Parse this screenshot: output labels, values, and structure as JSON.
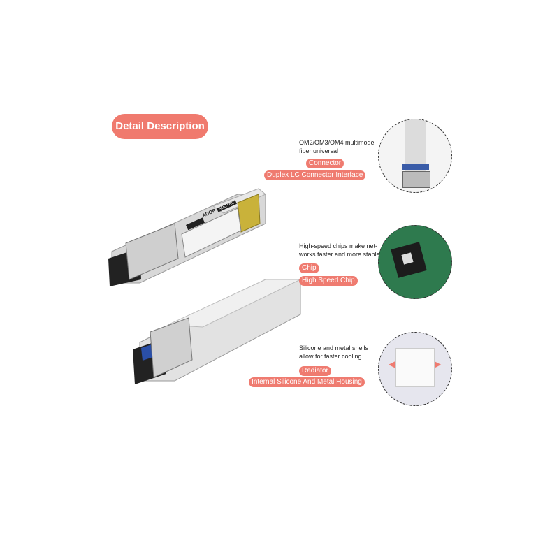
{
  "header": {
    "title": "Detail Description"
  },
  "product": {
    "logo_text": "ADOP",
    "logo_badge": "ADCTEC"
  },
  "features": [
    {
      "description_line1": "OM2/OM3/OM4 multimode",
      "description_line2": "fiber universal",
      "label": "Connector",
      "sublabel": "Duplex LC Connector Interface"
    },
    {
      "description_line1": "High-speed chips make net-",
      "description_line2": "works faster and more stable",
      "label": "Chip",
      "sublabel": "High Speed Chip"
    },
    {
      "description_line1": "Silicone and metal shells",
      "description_line2": "allow for faster cooling",
      "label": "Radiator",
      "sublabel": "Internal Silicone And Metal Housing"
    }
  ],
  "colors": {
    "accent": "#ef7b70"
  }
}
